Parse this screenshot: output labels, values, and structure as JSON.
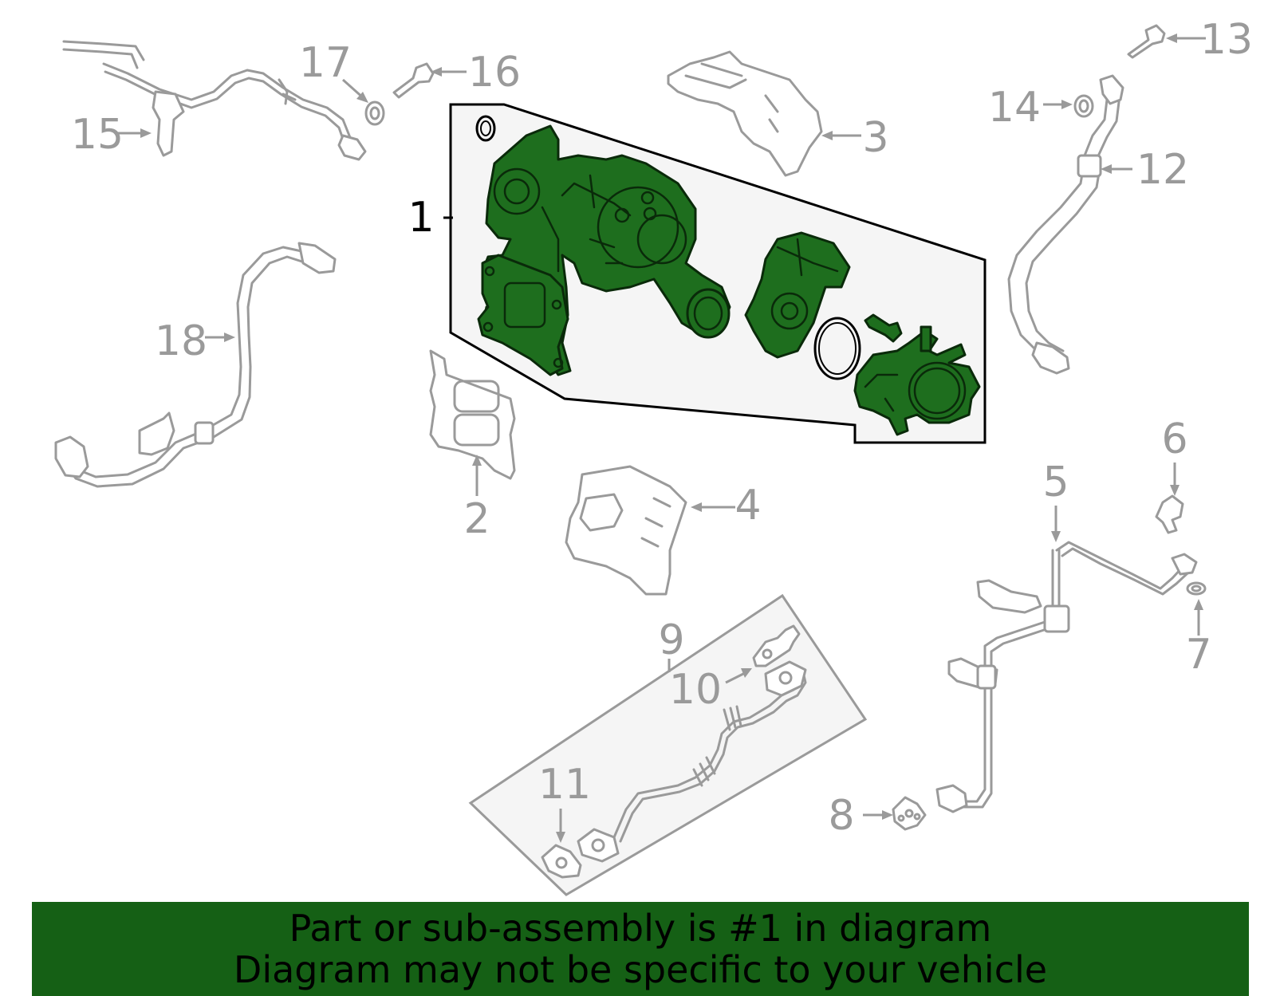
{
  "colors": {
    "highlight": "#1e6e1e",
    "outline": "#9a9a9a",
    "banner": "#156015",
    "panel": "#f5f5f5"
  },
  "labels": {
    "l1": "1",
    "l2": "2",
    "l3": "3",
    "l4": "4",
    "l5": "5",
    "l6": "6",
    "l7": "7",
    "l8": "8",
    "l9": "9",
    "l10": "10",
    "l11": "11",
    "l12": "12",
    "l13": "13",
    "l14": "14",
    "l15": "15",
    "l16": "16",
    "l17": "17",
    "l18": "18"
  },
  "banner": {
    "line1": "Part or sub-assembly is #1 in diagram",
    "line2": "Diagram may not be specific to your vehicle"
  }
}
